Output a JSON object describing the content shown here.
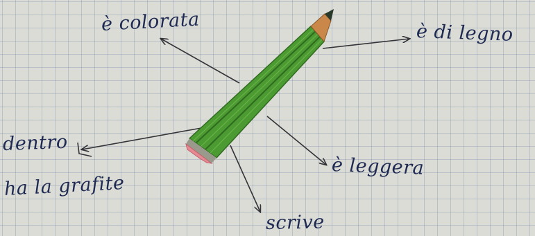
{
  "diagram": {
    "center": "pencil",
    "labels": {
      "colorata": "è colorata",
      "legno": "è di legno",
      "dentro": "dentro",
      "grafite": "ha la grafite",
      "leggera": "è leggera",
      "scrive": "scrive"
    },
    "icons": [
      "pencil-icon",
      "arrow-icon"
    ],
    "colors": {
      "ink": "#1e2a52",
      "arrow": "#333338",
      "pencil_green": "#4c9a32",
      "pencil_dark": "#2f6b1f",
      "wood": "#c9874a",
      "graphite": "#2a3a2a",
      "eraser": "#e58a92",
      "paper": "#dcdcd6"
    }
  }
}
